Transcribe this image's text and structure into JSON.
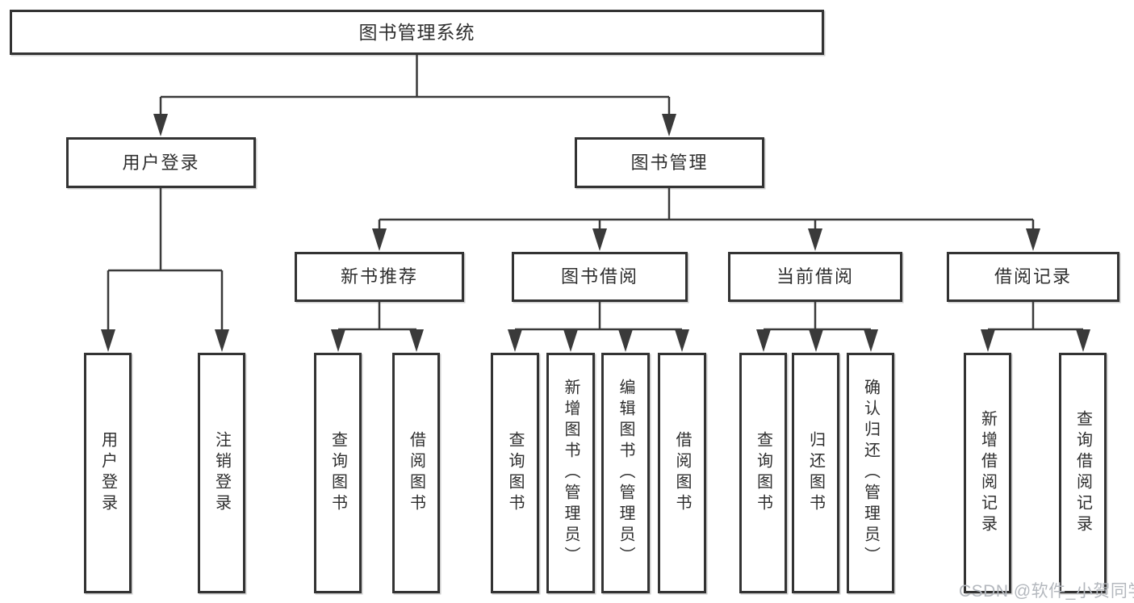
{
  "diagram_title": "图书管理系统",
  "nodes": {
    "root": {
      "label": "图书管理系统"
    },
    "level2": [
      {
        "label": "用户登录"
      },
      {
        "label": "图书管理"
      }
    ],
    "level3": [
      {
        "label": "新书推荐"
      },
      {
        "label": "图书借阅"
      },
      {
        "label": "当前借阅"
      },
      {
        "label": "借阅记录"
      }
    ],
    "leaves": [
      {
        "label": "用户登录"
      },
      {
        "label": "注销登录"
      },
      {
        "label": "查询图书"
      },
      {
        "label": "借阅图书"
      },
      {
        "label": "查询图书"
      },
      {
        "label": "新增图书（管理员）"
      },
      {
        "label": "编辑图书（管理员）"
      },
      {
        "label": "借阅图书"
      },
      {
        "label": "查询图书"
      },
      {
        "label": "归还图书"
      },
      {
        "label": "确认归还（管理员）"
      },
      {
        "label": "新增借阅记录"
      },
      {
        "label": "查询借阅记录"
      }
    ]
  },
  "watermark": {
    "text": "CSDN @软件_小贺同学"
  },
  "colors": {
    "line": "#3a3a3a",
    "box_border": "#333333",
    "text": "#2f2f2f",
    "watermark": "#b4b8be",
    "background": "#ffffff"
  }
}
